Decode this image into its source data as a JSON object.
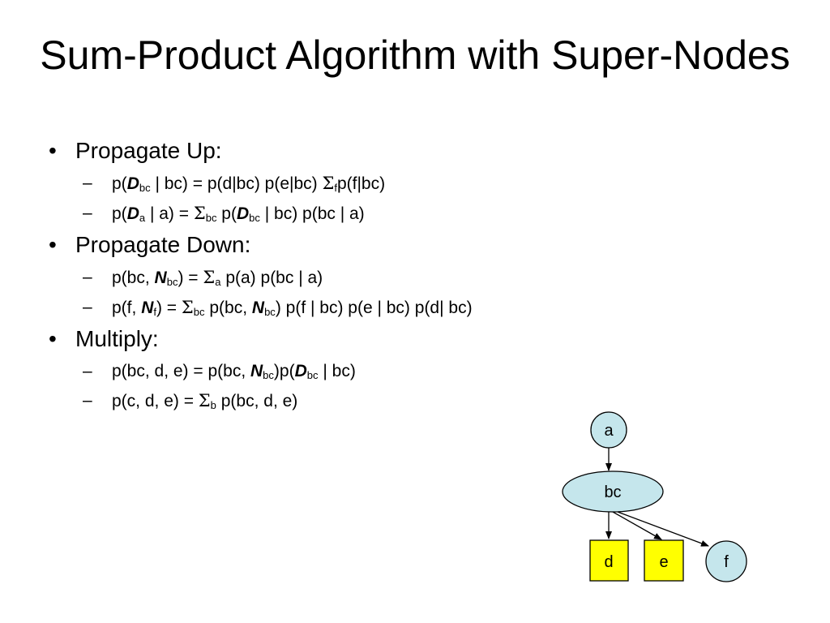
{
  "title": "Sum-Product Algorithm with Super-Nodes",
  "sections": [
    {
      "heading": "Propagate Up:",
      "lines": [
        [
          {
            "t": "p("
          },
          {
            "t": "D",
            "style": "bi"
          },
          {
            "t": "bc",
            "style": "sub"
          },
          {
            "t": " | bc) = p(d|bc) p(e|bc) "
          },
          {
            "t": "Σ",
            "style": "sym"
          },
          {
            "t": "f",
            "style": "sub"
          },
          {
            "t": "p(f|bc)"
          }
        ],
        [
          {
            "t": "p("
          },
          {
            "t": "D",
            "style": "bi"
          },
          {
            "t": "a",
            "style": "sub"
          },
          {
            "t": " | a) = "
          },
          {
            "t": "Σ",
            "style": "sym"
          },
          {
            "t": "bc",
            "style": "sub"
          },
          {
            "t": " p("
          },
          {
            "t": "D",
            "style": "bi"
          },
          {
            "t": "bc",
            "style": "sub"
          },
          {
            "t": " | bc) p(bc | a)"
          }
        ]
      ]
    },
    {
      "heading": "Propagate Down:",
      "lines": [
        [
          {
            "t": "p(bc, "
          },
          {
            "t": "N",
            "style": "bi"
          },
          {
            "t": "bc",
            "style": "sub"
          },
          {
            "t": ") = "
          },
          {
            "t": "Σ",
            "style": "sym"
          },
          {
            "t": "a",
            "style": "sub"
          },
          {
            "t": " p(a) p(bc | a)"
          }
        ],
        [
          {
            "t": "p(f, "
          },
          {
            "t": "N",
            "style": "bi"
          },
          {
            "t": "f",
            "style": "sub"
          },
          {
            "t": ") = "
          },
          {
            "t": "Σ",
            "style": "sym"
          },
          {
            "t": "bc",
            "style": "sub"
          },
          {
            "t": " p(bc, "
          },
          {
            "t": "N",
            "style": "bi"
          },
          {
            "t": "bc",
            "style": "sub"
          },
          {
            "t": ") p(f | bc) p(e | bc) p(d| bc)"
          }
        ]
      ]
    },
    {
      "heading": "Multiply:",
      "lines": [
        [
          {
            "t": "p(bc, d, e) = p(bc, "
          },
          {
            "t": "N",
            "style": "bi"
          },
          {
            "t": "bc",
            "style": "sub"
          },
          {
            "t": ")p("
          },
          {
            "t": "D",
            "style": "bi"
          },
          {
            "t": "bc",
            "style": "sub"
          },
          {
            "t": " | bc)"
          }
        ],
        [
          {
            "t": "p(c, d, e) = "
          },
          {
            "t": "Σ",
            "style": "sym"
          },
          {
            "t": "b",
            "style": "sub"
          },
          {
            "t": " p(bc, d, e)"
          }
        ]
      ]
    }
  ],
  "graph": {
    "nodes": {
      "a": "a",
      "bc": "bc",
      "d": "d",
      "e": "e",
      "f": "f"
    },
    "colors": {
      "circle_fill": "#c5e6ec",
      "square_fill": "#ffff00",
      "stroke": "#000000"
    }
  }
}
